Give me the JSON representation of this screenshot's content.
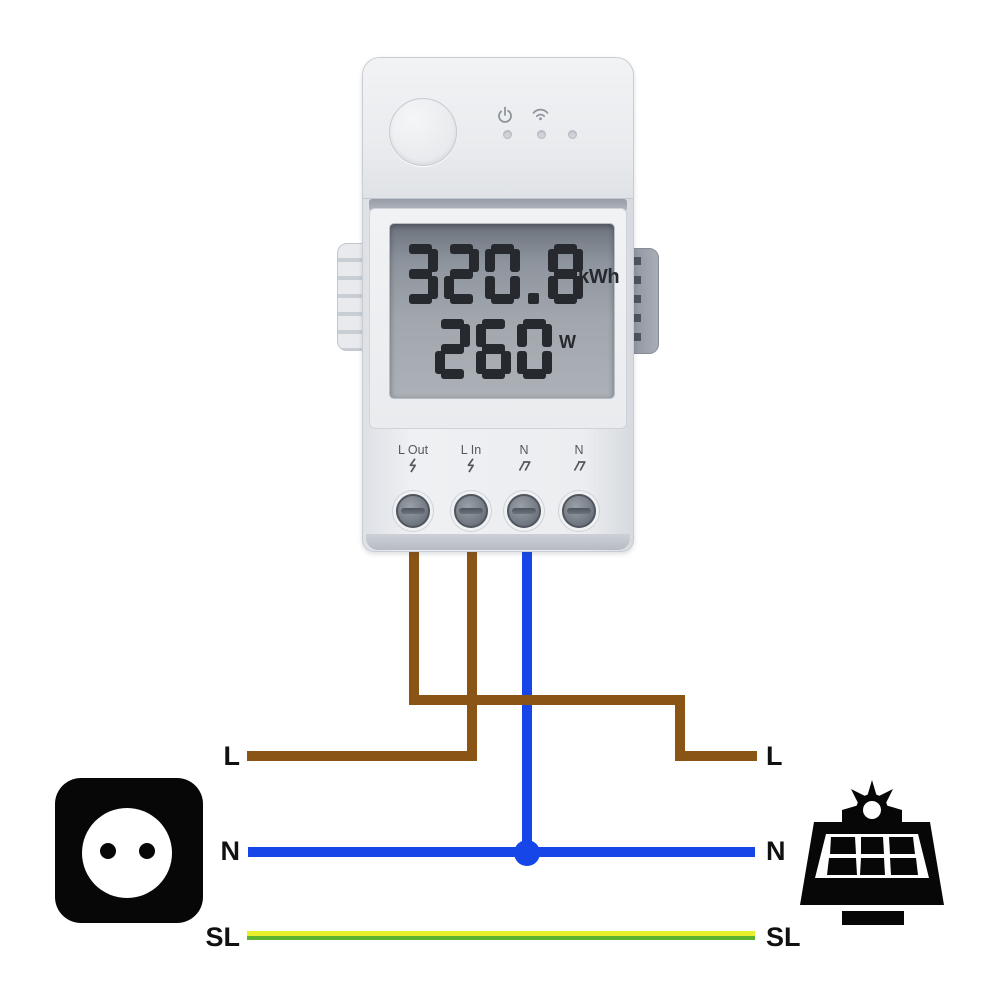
{
  "device": {
    "name": "smart power meter",
    "lcd": {
      "rows": [
        {
          "value": "320.8",
          "unit": "kWh"
        },
        {
          "value": "260",
          "unit": "W"
        }
      ],
      "digit_color": "#26292e"
    },
    "terminals": [
      {
        "label": "L Out",
        "symbol": "lightning-icon"
      },
      {
        "label": "L In",
        "symbol": "lightning-icon"
      },
      {
        "label": "N",
        "symbol": "neutral-wire-icon"
      },
      {
        "label": "N",
        "symbol": "neutral-wire-icon"
      }
    ],
    "indicator_icons": [
      "power-icon",
      "wifi-icon"
    ],
    "led_count": 3
  },
  "wiring": {
    "left_labels": [
      "L",
      "N",
      "SL"
    ],
    "right_labels": [
      "L",
      "N",
      "SL"
    ],
    "colors": {
      "live": "#8a5415",
      "neutral": "#1646e8",
      "sl_yellow": "#e9ef2a",
      "sl_green": "#5db230"
    }
  },
  "endpoints": {
    "left_icon": "power-socket",
    "right_icon": "solar-panel"
  }
}
